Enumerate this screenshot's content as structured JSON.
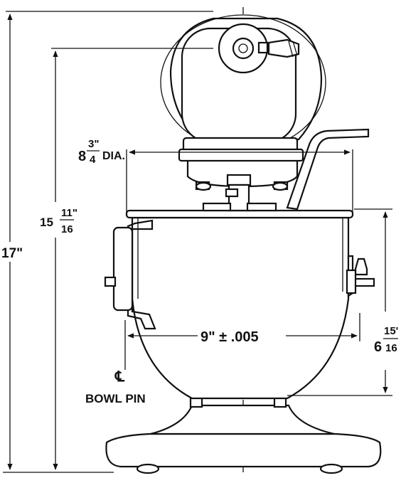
{
  "dimensions": {
    "overall_height": "17\"",
    "bowl_pin_height_whole": "15",
    "bowl_pin_height_num": "11\"",
    "bowl_pin_height_den": "16",
    "head_diameter_whole": "8",
    "head_diameter_num": "3\"",
    "head_diameter_den": "4",
    "head_diameter_suffix": "DIA.",
    "bowl_pin_spacing": "9\" ± .005",
    "bowl_height_whole": "6",
    "bowl_height_num": "15'",
    "bowl_height_den": "16"
  },
  "annotations": {
    "centerline_symbol": "℄",
    "bowl_pin_label": "BOWL PIN"
  }
}
